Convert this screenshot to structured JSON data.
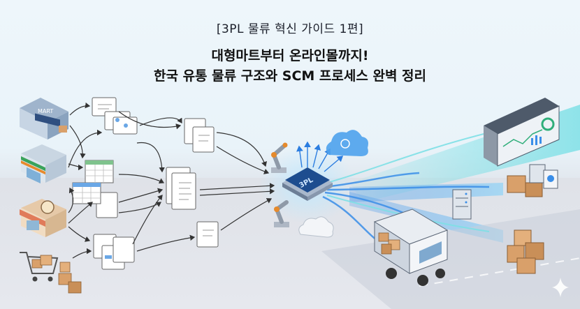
{
  "header": {
    "tag": "[3PL 물류 혁신 가이드 1편]",
    "title_line1": "대형마트부터 온라인몰까지!",
    "title_line2": "한국 유통 물류 구조와 SCM 프로세스 완벽 정리"
  },
  "illustration": {
    "store_sign": "MART",
    "chip_label": "3PL",
    "colors": {
      "flow_light": "#7ee0e6",
      "flow_blue": "#3a8ee8",
      "chip": "#1d4d8f",
      "box": "#d9a06a"
    },
    "icons": [
      "store-icon",
      "convenience-store-icon",
      "shop-icon",
      "shopping-cart-icon",
      "document-icon",
      "spreadsheet-icon",
      "robot-arm-icon",
      "cloud-icon",
      "server-icon",
      "truck-icon",
      "dashboard-icon",
      "parcel-icon",
      "sparkle-icon"
    ]
  }
}
